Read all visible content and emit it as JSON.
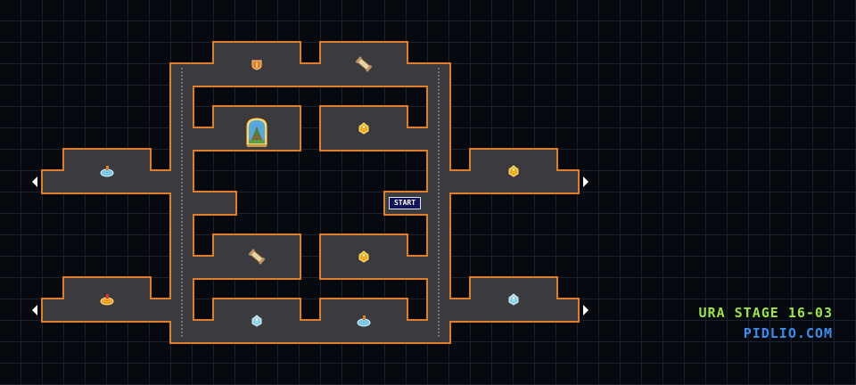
{
  "stage": {
    "title": "URA STAGE 16-03",
    "site": "PIDLIO.COM"
  },
  "start_label": "START",
  "colors": {
    "floor": "#3b3b3f",
    "wall": "#e07f22",
    "background": "#05080d",
    "grid": "#17222f",
    "stage_text": "#9ce640",
    "site_text": "#3a8ef0"
  },
  "items": [
    {
      "name": "shield-icon",
      "kind": "shield"
    },
    {
      "name": "scroll-icon",
      "kind": "scroll"
    },
    {
      "name": "gem-icon",
      "kind": "gem"
    },
    {
      "name": "potion-icon",
      "kind": "potion-blue"
    },
    {
      "name": "gem-icon",
      "kind": "gem"
    },
    {
      "name": "scroll-icon",
      "kind": "scroll"
    },
    {
      "name": "gem-icon",
      "kind": "gem"
    },
    {
      "name": "potion-icon",
      "kind": "potion-orange"
    },
    {
      "name": "crystal-icon",
      "kind": "crystal"
    },
    {
      "name": "crystal-icon",
      "kind": "crystal"
    },
    {
      "name": "potion-icon",
      "kind": "potion-blue"
    }
  ],
  "exits": [
    "exit-west-upper",
    "exit-west-lower",
    "exit-east-upper",
    "exit-east-lower"
  ],
  "door": {
    "name": "exit-door-icon"
  }
}
